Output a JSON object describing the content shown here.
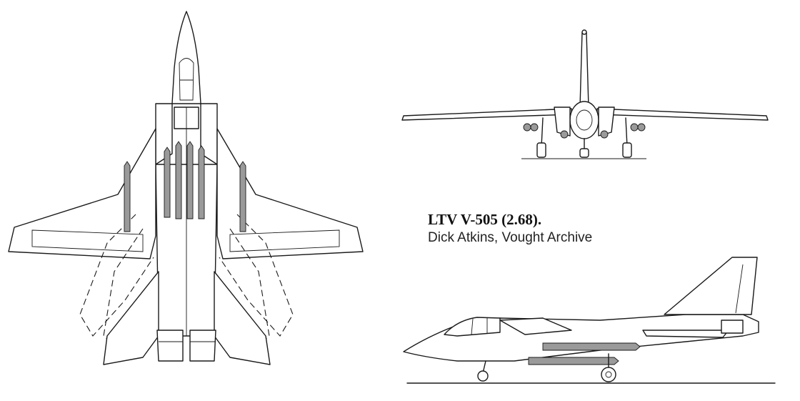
{
  "caption": {
    "title": "LTV V-505 (2.68).",
    "credit": "Dick Atkins, Vought Archive"
  },
  "views": [
    "plan-view",
    "front-view",
    "side-view"
  ]
}
